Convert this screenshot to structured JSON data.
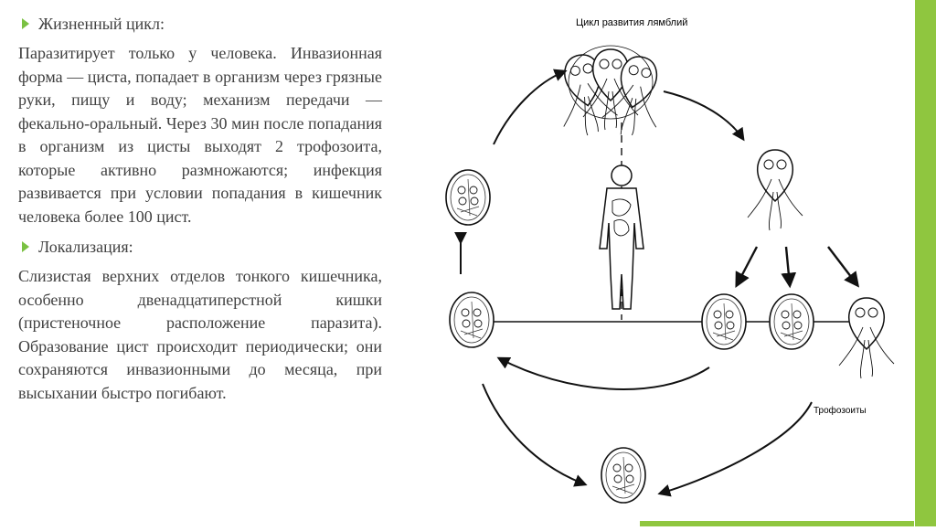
{
  "heading1": "Жизненный цикл:",
  "para1": "Паразитирует только у человека. Инвазионная форма — циста, попадает в организм через грязные руки, пищу и воду; механизм передачи — фекально-оральный. Через 30 мин после попадания в организм из цисты выходят 2 трофозоита, которые активно размножаются; инфекция развивается при условии попадания в кишечник человека более 100 цист.",
  "heading2": "Локализация:",
  "para2": "Слизистая верхних отделов тонкого кишечника, особенно двенадцатиперстной кишки (пристеночное расположение паразита). Образование цист происходит периодически; они сохраняются инвазионными до месяца, при высыхании быстро погибают.",
  "figure": {
    "title": "Цикл развития лямблий",
    "trophozoite_label": "Трофозоиты"
  },
  "colors": {
    "accent_green": "#8fc63f",
    "bullet_green": "#7ac142",
    "text": "#404040"
  }
}
